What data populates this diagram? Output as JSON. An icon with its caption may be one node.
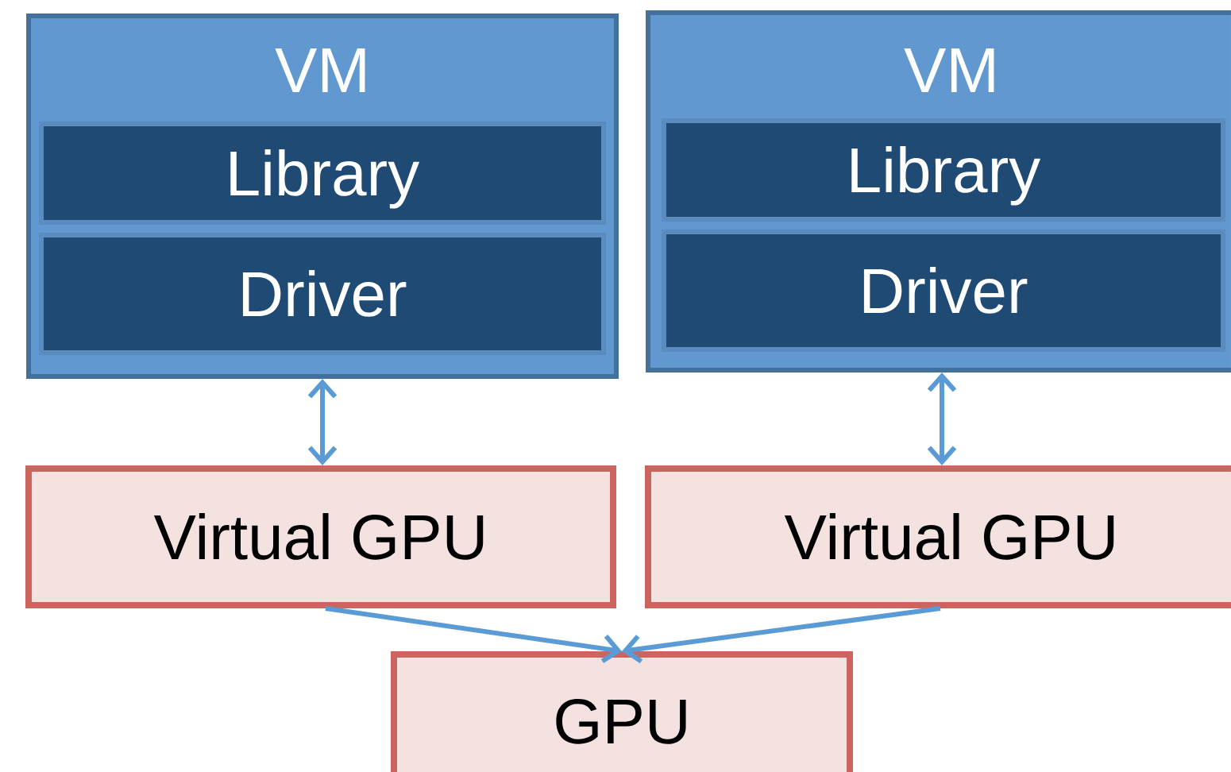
{
  "diagram": {
    "nodes": [
      {
        "text": [
          "VM"
        ]
      },
      {
        "text": [
          "Library"
        ],
        "in": 0
      },
      {
        "text": [
          "Driver"
        ],
        "in": 0
      },
      {
        "text": [
          "VM"
        ]
      },
      {
        "text": [
          "Library"
        ],
        "in": 3
      },
      {
        "text": [
          "Driver"
        ],
        "in": 3
      },
      {
        "text": [
          "Virtual GPU"
        ]
      },
      {
        "text": [
          "Virtual GPU"
        ]
      },
      {
        "text": [
          "GPU"
        ]
      }
    ],
    "edges": [
      {
        "from": 0,
        "to": 6,
        "arrow": "both"
      },
      {
        "from": 3,
        "to": 7,
        "arrow": "both"
      },
      {
        "from": 6,
        "to": 8,
        "arrow": "to"
      },
      {
        "from": 7,
        "to": 8,
        "arrow": "to"
      }
    ]
  }
}
